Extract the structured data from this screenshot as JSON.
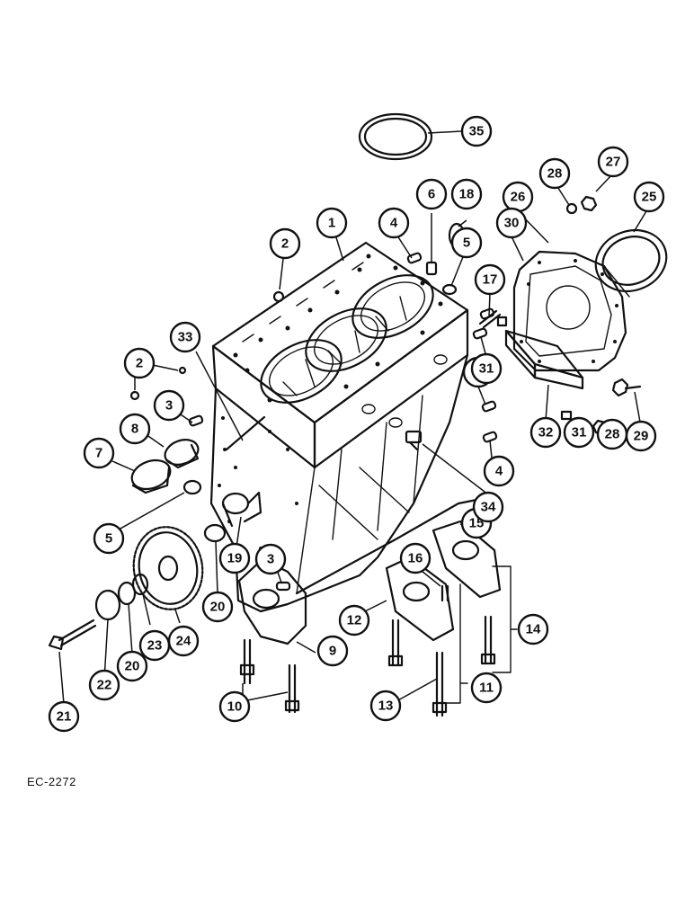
{
  "figure": {
    "reference_code": "EC-2272"
  },
  "callouts": [
    {
      "number": "1"
    },
    {
      "number": "2"
    },
    {
      "number": "2"
    },
    {
      "number": "3"
    },
    {
      "number": "3"
    },
    {
      "number": "3"
    },
    {
      "number": "4"
    },
    {
      "number": "4"
    },
    {
      "number": "5"
    },
    {
      "number": "5"
    },
    {
      "number": "6"
    },
    {
      "number": "7"
    },
    {
      "number": "8"
    },
    {
      "number": "9"
    },
    {
      "number": "10"
    },
    {
      "number": "11"
    },
    {
      "number": "12"
    },
    {
      "number": "13"
    },
    {
      "number": "14"
    },
    {
      "number": "15"
    },
    {
      "number": "16"
    },
    {
      "number": "17"
    },
    {
      "number": "18"
    },
    {
      "number": "19"
    },
    {
      "number": "20"
    },
    {
      "number": "20"
    },
    {
      "number": "21"
    },
    {
      "number": "22"
    },
    {
      "number": "23"
    },
    {
      "number": "24"
    },
    {
      "number": "25"
    },
    {
      "number": "26"
    },
    {
      "number": "27"
    },
    {
      "number": "28"
    },
    {
      "number": "28"
    },
    {
      "number": "29"
    },
    {
      "number": "30"
    },
    {
      "number": "31"
    },
    {
      "number": "31"
    },
    {
      "number": "32"
    },
    {
      "number": "33"
    },
    {
      "number": "34"
    },
    {
      "number": "35"
    }
  ]
}
